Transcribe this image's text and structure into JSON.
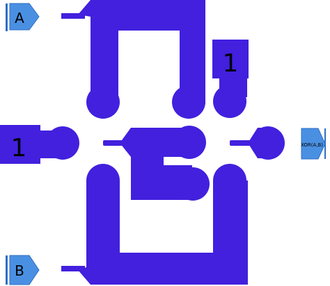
{
  "colors": {
    "wire": "#4220DE",
    "port_fill": "#4A90E2",
    "port_bar": "#2E6DC4",
    "background": "#FFFFFF",
    "text": "#000000"
  },
  "inputs": {
    "a_label": "A",
    "b_label": "B"
  },
  "output": {
    "label": "XOR(A,B)"
  },
  "constants": {
    "top_value": "1",
    "left_value": "1"
  }
}
